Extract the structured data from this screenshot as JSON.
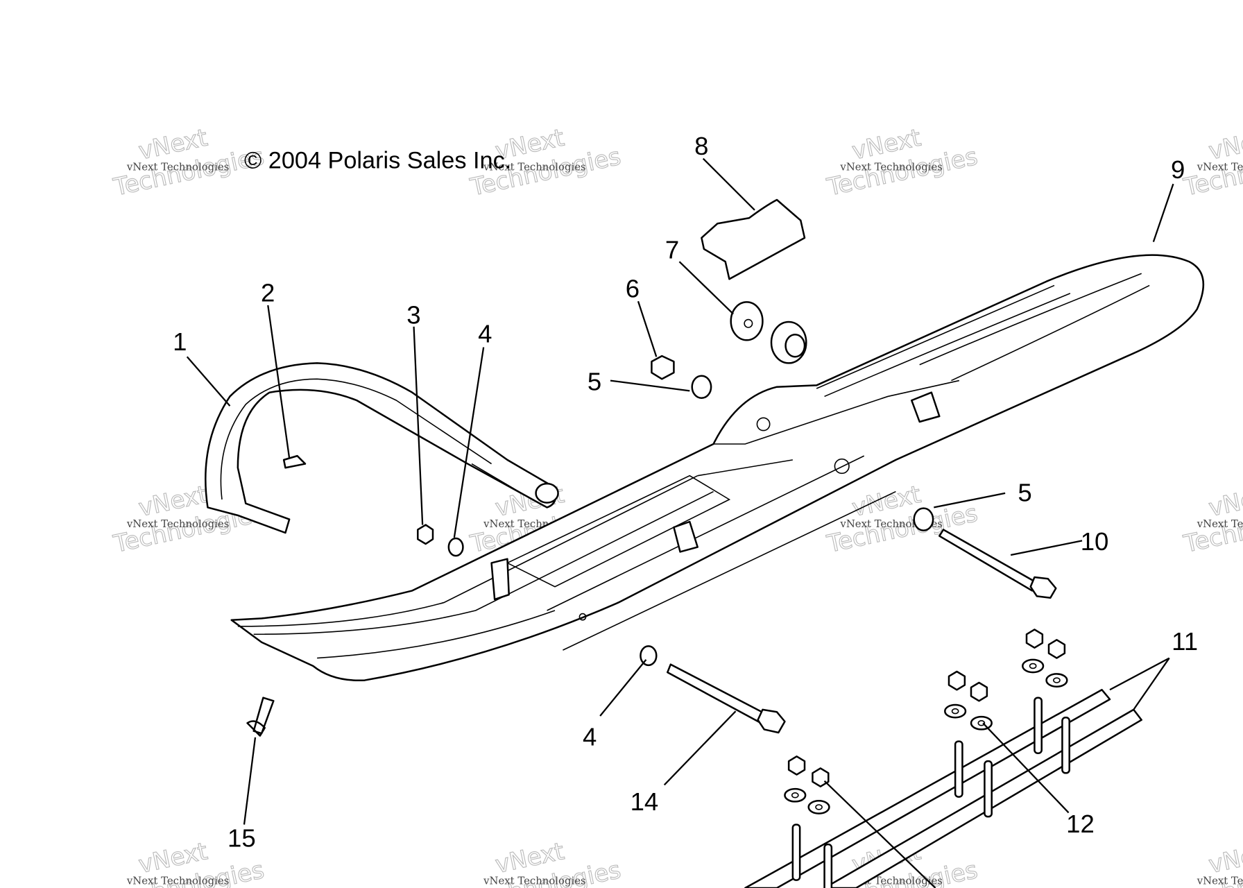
{
  "copyright": "© 2004 Polaris Sales Inc.",
  "watermark": {
    "line1": "vNext Technologies",
    "line2": "vNext",
    "line3": "Technologies"
  },
  "callouts": [
    {
      "id": "1",
      "text": "1"
    },
    {
      "id": "2",
      "text": "2"
    },
    {
      "id": "3",
      "text": "3"
    },
    {
      "id": "4a",
      "text": "4"
    },
    {
      "id": "5a",
      "text": "5"
    },
    {
      "id": "6",
      "text": "6"
    },
    {
      "id": "7",
      "text": "7"
    },
    {
      "id": "8",
      "text": "8"
    },
    {
      "id": "9",
      "text": "9"
    },
    {
      "id": "5b",
      "text": "5"
    },
    {
      "id": "10",
      "text": "10"
    },
    {
      "id": "11",
      "text": "11"
    },
    {
      "id": "4b",
      "text": "4"
    },
    {
      "id": "14",
      "text": "14"
    },
    {
      "id": "12",
      "text": "12"
    },
    {
      "id": "15",
      "text": "15"
    }
  ]
}
